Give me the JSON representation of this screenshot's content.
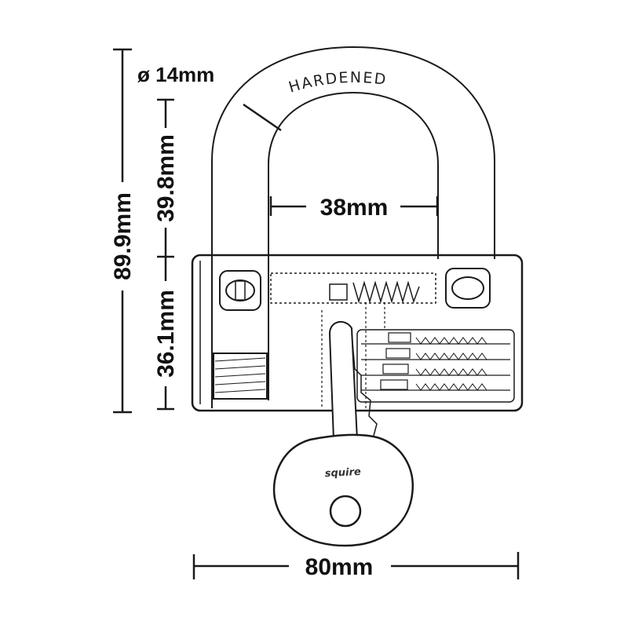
{
  "diagram": {
    "shackle_label": "HARDENED",
    "brand_label": "squire",
    "dimensions": {
      "shackle_diameter": "ø 14mm",
      "overall_height": "89.9mm",
      "shackle_clearance": "39.8mm",
      "body_height": "36.1mm",
      "shackle_inner_width": "38mm",
      "body_width": "80mm"
    }
  },
  "colors": {
    "ink": "#1a1a1a",
    "background": "#ffffff"
  }
}
